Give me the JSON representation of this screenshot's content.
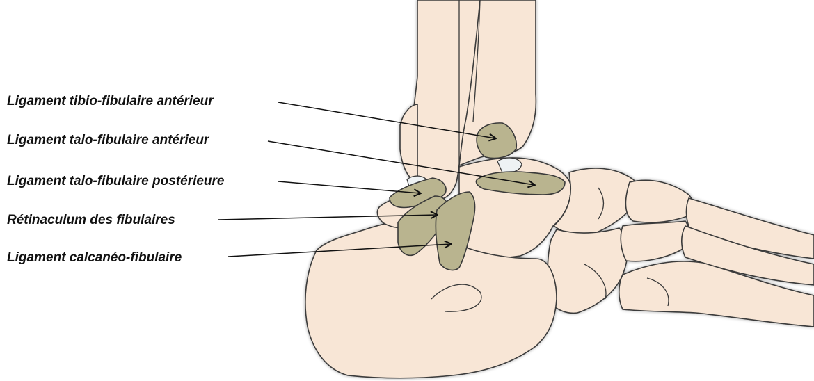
{
  "labels": {
    "tibio_fibulaire_anterieur": "Ligament tibio-fibulaire antérieur",
    "talo_fibulaire_anterieur": "Ligament talo-fibulaire antérieur",
    "talo_fibulaire_posterieur": "Ligament talo-fibulaire postérieure",
    "retinaculum_fibulaires": "Rétinaculum des fibulaires",
    "calcaneo_fibulaire": "Ligament calcanéo-fibulaire"
  },
  "colors": {
    "bone_fill": "#f8e6d6",
    "bone_outline": "#3a3a3a",
    "ligament_fill": "#b9b48f",
    "ligament_outline": "#3a3a3a",
    "cartilage_fill": "#eef2f4",
    "text": "#111111",
    "arrow": "#111111"
  }
}
